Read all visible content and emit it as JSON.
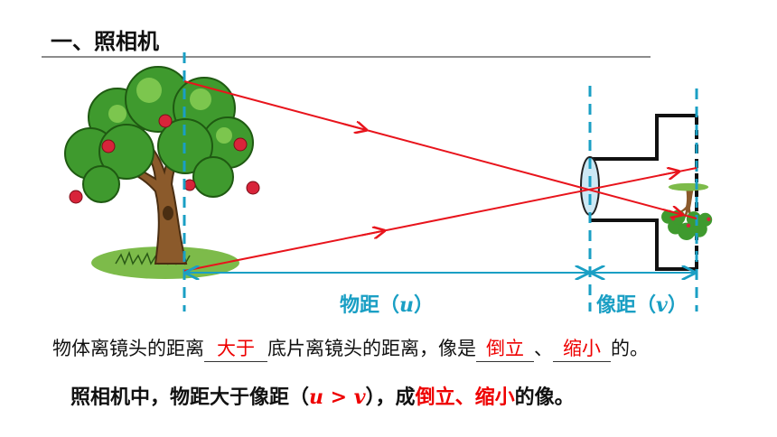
{
  "heading": "一、照相机",
  "labels": {
    "object_distance": "物距（",
    "object_distance_var": "u",
    "object_distance_close": "）",
    "image_distance": "像距（",
    "image_distance_var": "v",
    "image_distance_close": "）"
  },
  "sentence1": {
    "part1": "物体离镜头的距离",
    "blank1": "大于",
    "part2": "底片离镜头的距离，像是",
    "blank2": "倒立",
    "part3": "、",
    "blank3": "缩小",
    "part4": "的。"
  },
  "sentence2": {
    "part1": "照相机中，物距大于像距（",
    "relation": "u > v",
    "part2": "），成",
    "highlight": "倒立、缩小",
    "part3": "的像。"
  },
  "colors": {
    "ray": "#e8141c",
    "dashed_axis": "#1a9fc4",
    "dimension": "#1a9fc4",
    "answer": "#ee0000",
    "tree_trunk": "#8b5a2b",
    "tree_leaves": "#3f9a2e",
    "ground": "#7dbb4a",
    "apple": "#d8243a"
  }
}
